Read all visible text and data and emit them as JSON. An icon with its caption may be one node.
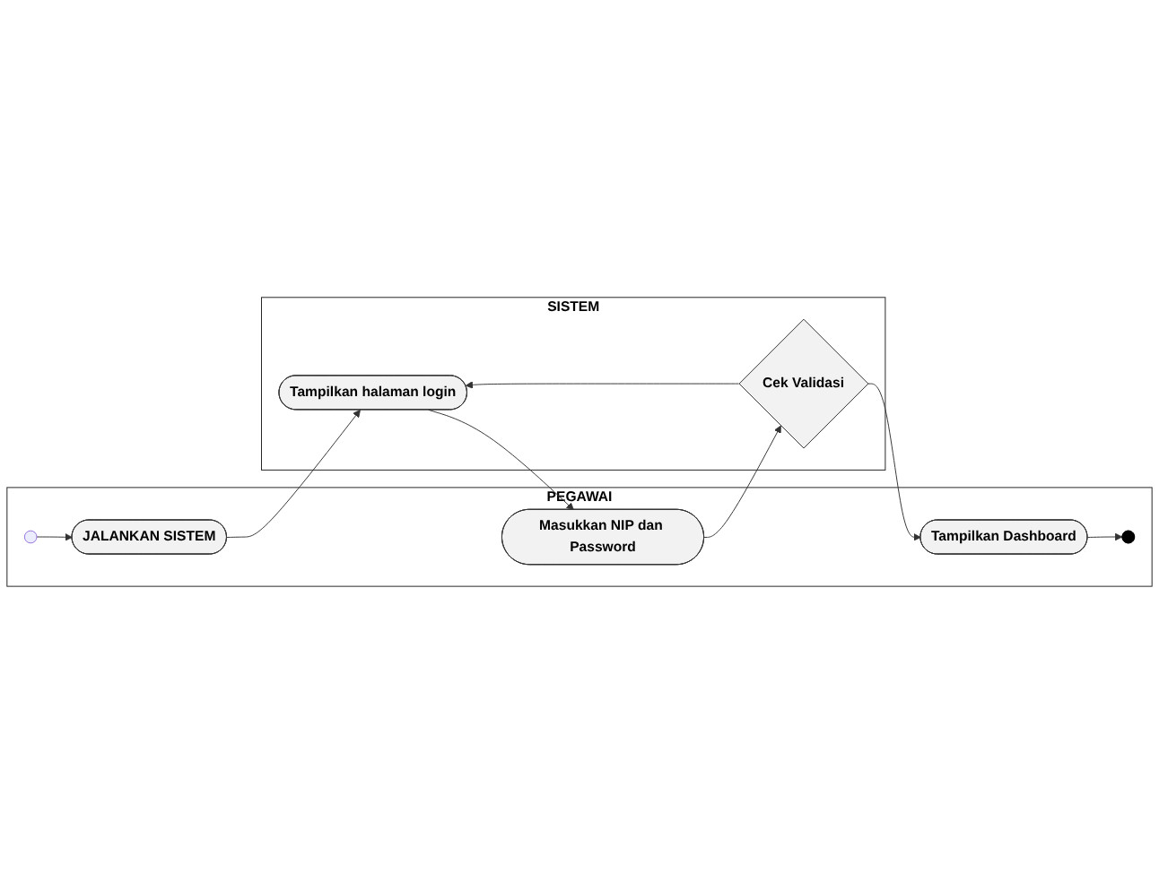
{
  "diagram": {
    "nodes": [
      {
        "text": [
          "PEGAWAI"
        ]
      },
      {
        "text": [
          "SISTEM"
        ]
      },
      {
        "text": [],
        "shape": "circle",
        "in": 0
      },
      {
        "text": [
          "JALANKAN SISTEM"
        ],
        "in": 0
      },
      {
        "text": [
          "Tampilkan halaman login"
        ],
        "in": 1
      },
      {
        "text": [
          "Masukkan NIP dan Password"
        ],
        "in": 0
      },
      {
        "text": [
          "Cek Validasi"
        ],
        "in": 1
      },
      {
        "text": [
          "Tampilkan Dashboard"
        ],
        "in": 0
      },
      {
        "text": [],
        "shape": "circle",
        "in": 0
      }
    ],
    "edges": [
      {
        "from": 2,
        "to": 3,
        "arrow": "to"
      },
      {
        "from": 3,
        "to": 4,
        "arrow": "to"
      },
      {
        "from": 4,
        "to": 5,
        "arrow": "to"
      },
      {
        "from": 5,
        "to": 6,
        "arrow": "to"
      },
      {
        "from": 6,
        "to": 4,
        "arrow": "to"
      },
      {
        "from": 6,
        "to": 7,
        "arrow": "to"
      },
      {
        "from": 7,
        "to": 8,
        "arrow": "to"
      }
    ]
  }
}
